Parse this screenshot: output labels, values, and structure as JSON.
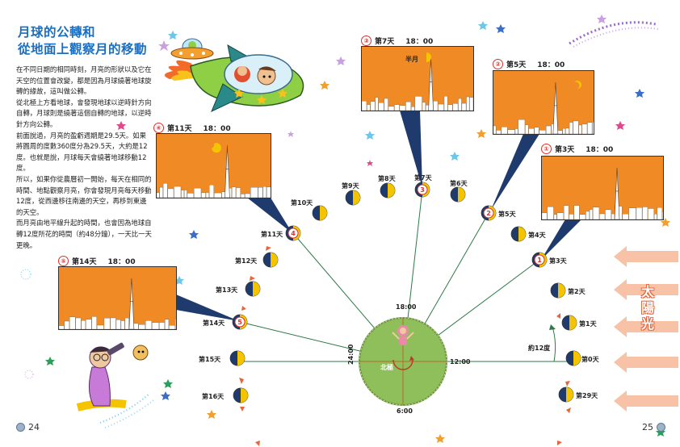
{
  "title": {
    "line1": "月球的公轉和",
    "line2": "從地面上觀察月的移動"
  },
  "body": [
    "在不同日期的相同時刻，月亮的形狀以及它在天空的位置會改變，都是因為月球繞著地球旋轉的緣故，這叫做公轉。",
    "從北極上方看地球，會發現地球以逆時針方向自轉，月球則是繞著這個自轉的地球，以逆時針方向公轉。",
    "前面說過，月亮的盈虧週期是29.5天。如果將圓周的度數360度分為29.5天，大約是12度。也就是說，月球每天會繞著地球移動12度。",
    "所以，如果你從農曆初一開始，每天在相同的時間、地點觀察月亮，你會發現月亮每天移動12度，從西邊移往南邊的天空，再移到東邊的天空。",
    "而月亮由地平線升起的時間，也會因為地球自轉12度所花的時間（約48分鐘），一天比一天更晚。"
  ],
  "panels": [
    {
      "num": "①",
      "label": "第3天",
      "time": "18：00"
    },
    {
      "num": "②",
      "label": "第5天",
      "time": "18：00"
    },
    {
      "num": "③",
      "label": "第7天",
      "time": "18：00",
      "moon_label": "半月"
    },
    {
      "num": "④",
      "label": "第11天",
      "time": "18：00"
    },
    {
      "num": "⑤",
      "label": "第14天",
      "time": "18：00"
    }
  ],
  "days": [
    {
      "label": "第0天"
    },
    {
      "label": "第29天"
    },
    {
      "label": "第1天"
    },
    {
      "label": "第2天"
    },
    {
      "label": "第3天",
      "marker": "1"
    },
    {
      "label": "第4天"
    },
    {
      "label": "第5天",
      "marker": "2"
    },
    {
      "label": "第6天"
    },
    {
      "label": "第7天",
      "marker": "3"
    },
    {
      "label": "第8天"
    },
    {
      "label": "第9天"
    },
    {
      "label": "第10天"
    },
    {
      "label": "第11天",
      "marker": "4"
    },
    {
      "label": "第12天"
    },
    {
      "label": "第13天"
    },
    {
      "label": "第14天",
      "marker": "5"
    },
    {
      "label": "第15天"
    },
    {
      "label": "第16天"
    }
  ],
  "earth": {
    "label": "北極",
    "t18": "18:00",
    "t12": "12:00",
    "t6": "6:00",
    "t24": "24:00"
  },
  "angle_label": "約12度",
  "sunlight": "太陽光",
  "page_left": "24",
  "page_right": "25",
  "colors": {
    "sky": "#f08a24",
    "title": "#1a6fc2",
    "earth": "#8fbf5a",
    "moon_lit": "#f5c400",
    "moon_dark": "#1f3a6d"
  }
}
